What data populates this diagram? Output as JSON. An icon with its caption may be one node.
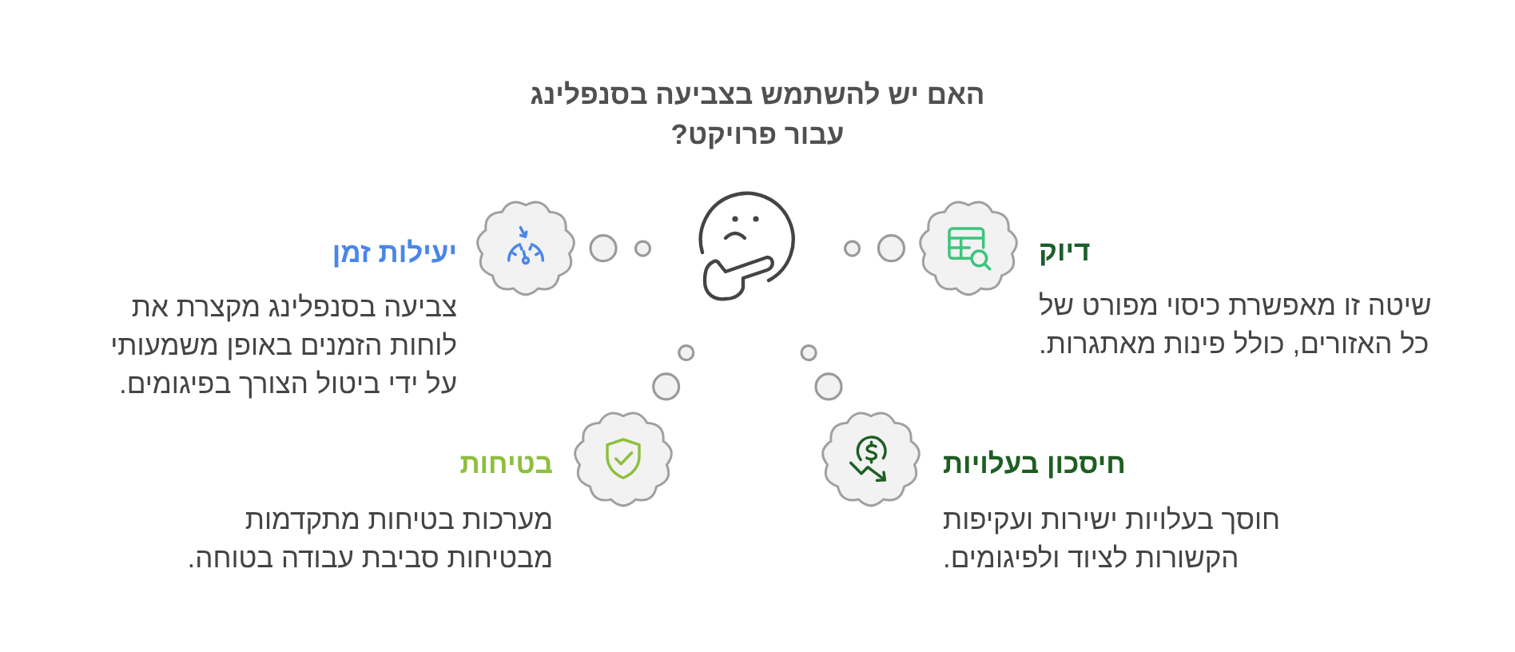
{
  "diagram": {
    "title": "האם יש להשתמש בצביעה בסנפלינג עבור פרויקט?",
    "nodes": [
      {
        "text": [],
        "shape": "picture"
      },
      {
        "text": [],
        "shape": "cloud",
        "beside": [
          "יעילות זמן",
          "צביעה בסנפלינג מקצרת את לוחות הזמנים באופן משמעותי על ידי ביטול הצורך בפיגומים."
        ]
      },
      {
        "text": [],
        "shape": "cloud",
        "beside": [
          "דיוק",
          "שיטה זו מאפשרת כיסוי מפורט של כל האזורים, כולל פינות מאתגרות."
        ]
      },
      {
        "text": [],
        "shape": "cloud",
        "beside": [
          "בטיחות",
          "מערכות בטיחות מתקדמות מבטיחות סביבת עבודה בטוחה."
        ]
      },
      {
        "text": [],
        "shape": "cloud",
        "beside": [
          "חיסכון בעלויות",
          "חוסך בעלויות ישירות ועקיפות הקשורות לציוד ולפיגומים."
        ]
      }
    ],
    "edges": [
      {
        "from": 0,
        "to": 1,
        "arrow": "none"
      },
      {
        "from": 0,
        "to": 2,
        "arrow": "none"
      },
      {
        "from": 0,
        "to": 3,
        "arrow": "none"
      },
      {
        "from": 0,
        "to": 4,
        "arrow": "none"
      }
    ]
  }
}
